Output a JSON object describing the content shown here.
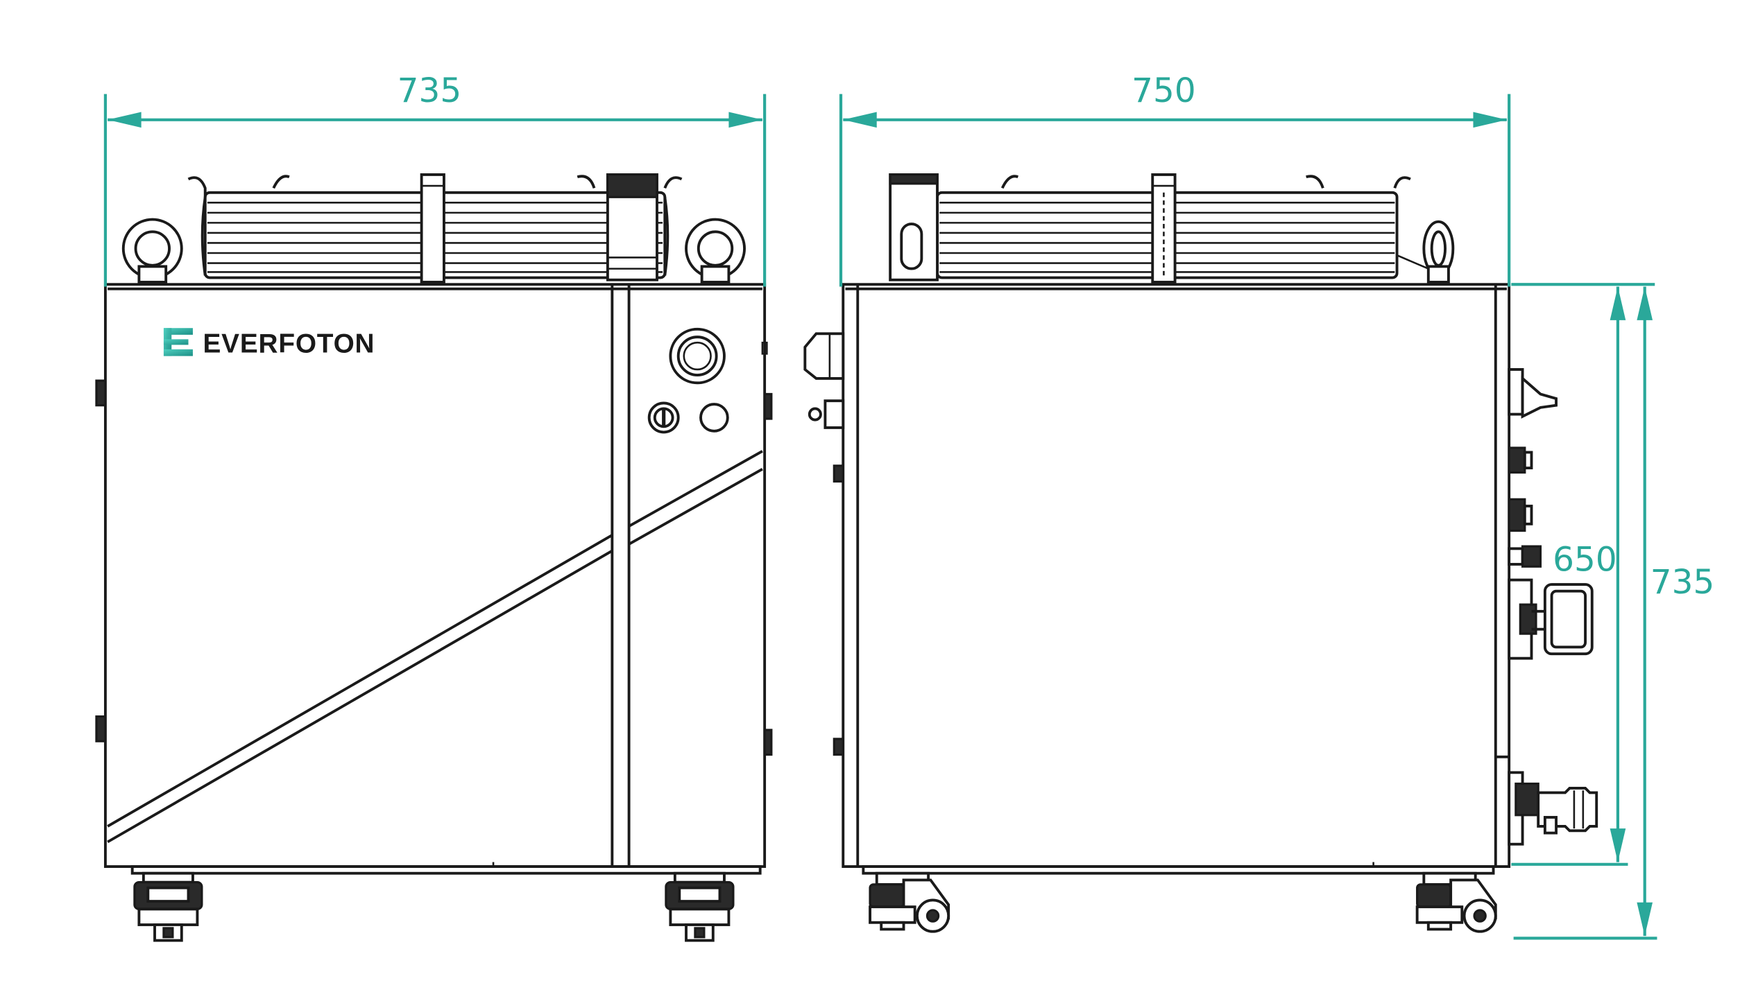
{
  "brand": {
    "name": "EVERFOTON",
    "logo_color": "#2aa89a"
  },
  "dimensions": {
    "front_width": "735",
    "side_width": "750",
    "inner_height": "650",
    "total_height": "735",
    "color": "#2aa89a"
  }
}
